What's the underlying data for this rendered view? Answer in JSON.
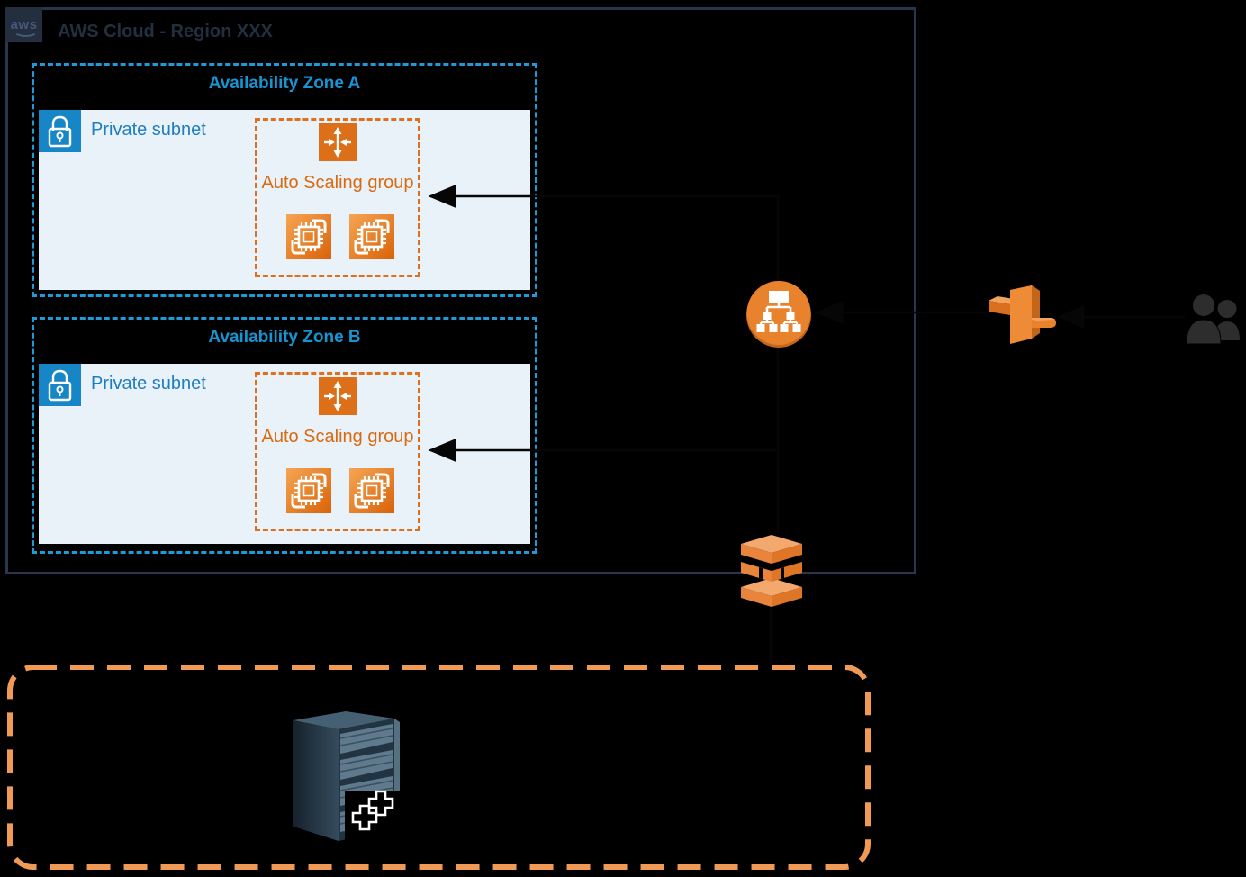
{
  "region": {
    "logo_text": "aws",
    "title": "AWS Cloud - Region XXX",
    "border_color": "#28374C",
    "label_bg": "#232F3E"
  },
  "zones": [
    {
      "title": "Availability Zone A",
      "subnet_label": "Private subnet",
      "asg_label": "Auto Scaling group"
    },
    {
      "title": "Availability Zone B",
      "subnet_label": "Private subnet",
      "asg_label": "Auto Scaling group"
    }
  ],
  "icons": {
    "aws_cloud": "aws-cloud-logo",
    "lock": "private-subnet-lock",
    "auto_scaling": "auto-scaling-arrows",
    "ec2_instance": "ec2-instance-chip",
    "load_balancer": "elastic-load-balancer",
    "gateway": "internet-gateway-3d",
    "users": "users-silhouette",
    "queue_stack": "layered-stack-3d",
    "server_rack": "on-prem-server-rack",
    "virtual_machine": "vm-double-cross"
  },
  "colors": {
    "az_border": "#1F9AD7",
    "az_title": "#1795D3",
    "subnet_bg": "#EAF2F9",
    "subnet_text": "#1D7EC0",
    "lock_bg": "#1786C6",
    "asg_border": "#DD6F1D",
    "asg_text": "#D86A10",
    "aws_orange": "#E8822C",
    "datacenter_dash": "#F19A55",
    "users_gray": "#2D2D2D",
    "connector": "#060606"
  }
}
